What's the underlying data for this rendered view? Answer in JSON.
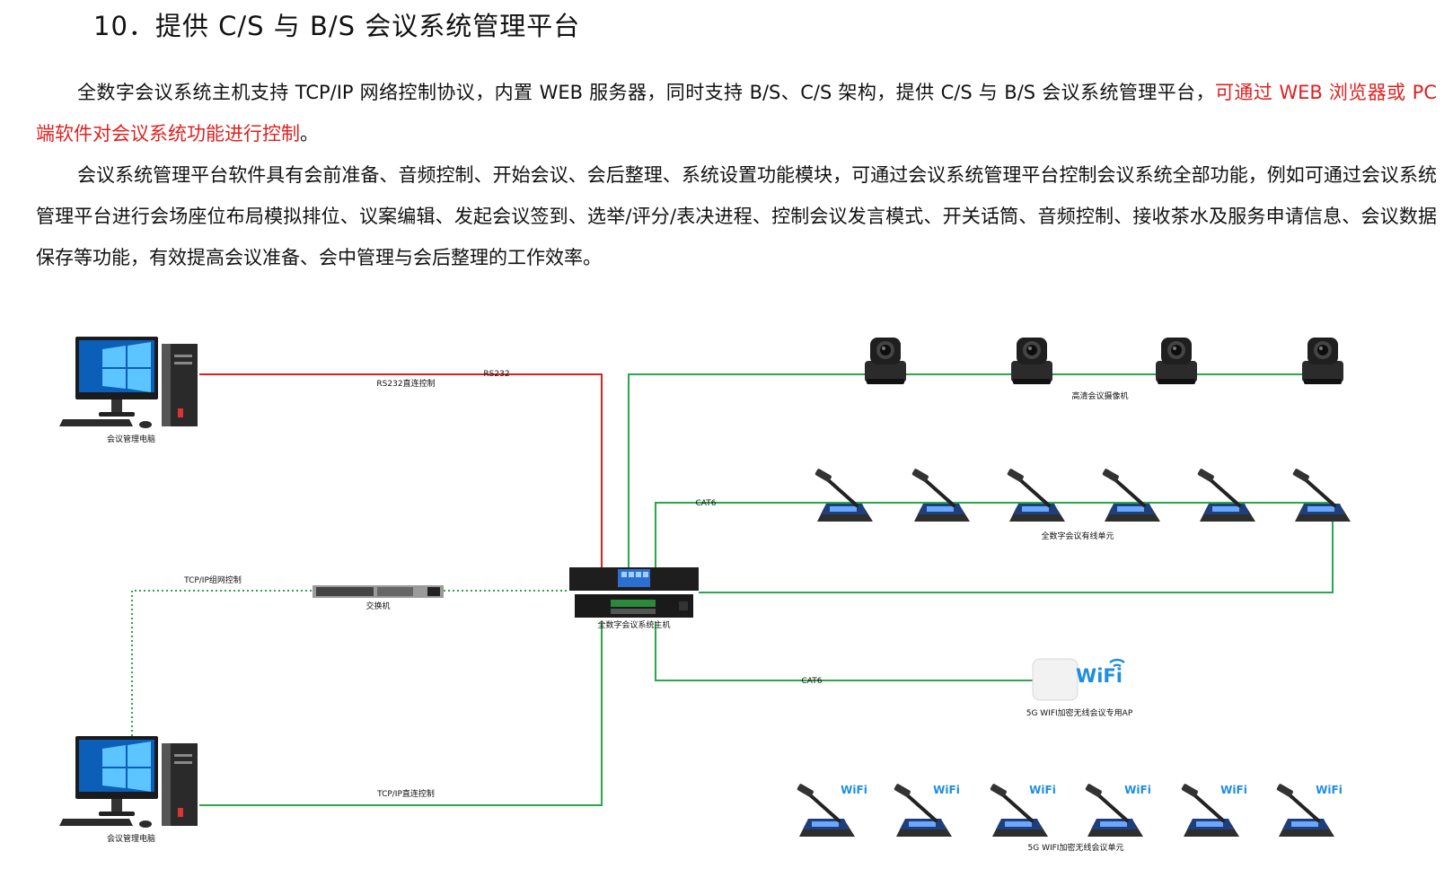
{
  "heading": "10．提供 C/S 与 B/S 会议系统管理平台",
  "paragraph1": {
    "text": "全数字会议系统主机支持 TCP/IP 网络控制协议，内置 WEB 服务器，同时支持 B/S、C/S 架构，提供 C/S 与 B/S 会议系统管理平台，",
    "highlight": "可通过 WEB 浏览器或 PC 端软件对会议系统功能进行控制",
    "end": "。"
  },
  "paragraph2": "会议系统管理平台软件具有会前准备、音频控制、开始会议、会后整理、系统设置功能模块，可通过会议系统管理平台控制会议系统全部功能，例如可通过会议系统管理平台进行会场座位布局模拟排位、议案编辑、发起会议签到、选举/评分/表决进程、控制会议发言模式、开关话筒、音频控制、接收茶水及服务申请信息、会议数据保存等功能，有效提高会议准备、会中管理与会后整理的工作效率。",
  "diagram": {
    "pc_top_label": "会议管理电脑",
    "pc_bottom_label": "会议管理电脑",
    "rs232_tag": "RS232",
    "rs232_label": "RS232直连控制",
    "tcp_network_label": "TCP/IP组网控制",
    "switch_label": "交换机",
    "host_label": "全数字会议系统主机",
    "tcp_direct_label": "TCP/IP直连控制",
    "camera_label": "高清会议摄像机",
    "cat6_top": "CAT6",
    "wired_unit_label": "全数字会议有线单元",
    "cat6_ap": "CAT6",
    "wifi_text": "WiFi",
    "ap_label": "5G WIFI加密无线会议专用AP",
    "wireless_wifi_text": "WiFi",
    "wireless_unit_label": "5G WIFI加密无线会议单元",
    "colors": {
      "red_line": "#e02020",
      "green_line": "#2aa84a",
      "wifi_blue": "#1e8ee0"
    }
  }
}
